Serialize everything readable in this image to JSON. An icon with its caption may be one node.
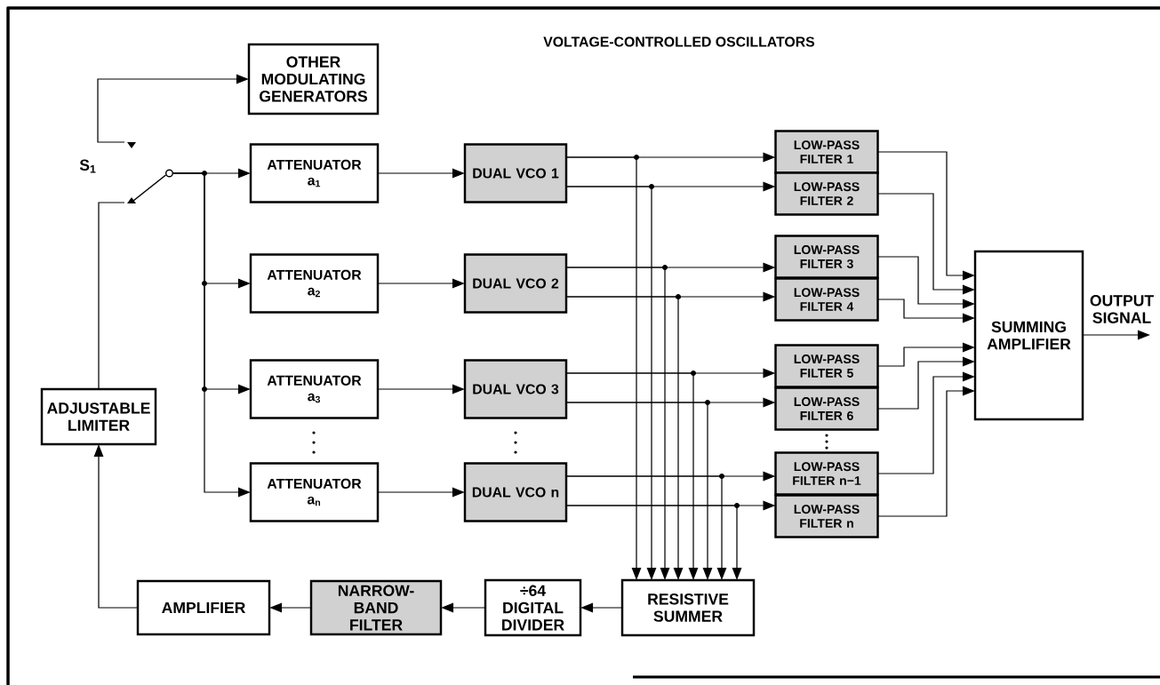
{
  "diagram": {
    "title": "VOLTAGE-CONTROLLED OSCILLATORS",
    "nodes": [
      {
        "text": [
          "OTHER MODULATING GENERATORS"
        ]
      },
      {
        "text": [],
        "shape": "switch",
        "beside": [
          "S$_{1}$"
        ]
      },
      {
        "text": [
          "ATTENUATOR a$_{1}$"
        ]
      },
      {
        "text": [
          "ATTENUATOR a$_{2}$"
        ]
      },
      {
        "text": [
          "ATTENUATOR a$_{3}$"
        ]
      },
      {
        "text": [
          "ATTENUATOR a$_{n}$"
        ]
      },
      {
        "text": [
          "DUAL VCO 1"
        ]
      },
      {
        "text": [
          "DUAL VCO 2"
        ]
      },
      {
        "text": [
          "DUAL VCO 3"
        ]
      },
      {
        "text": [
          "DUAL VCO n"
        ]
      },
      {
        "text": [
          "LOW-PASS FILTER 1"
        ]
      },
      {
        "text": [
          "LOW-PASS FILTER 2"
        ]
      },
      {
        "text": [
          "LOW-PASS FILTER 3"
        ]
      },
      {
        "text": [
          "LOW-PASS FILTER 4"
        ]
      },
      {
        "text": [
          "LOW-PASS FILTER 5"
        ]
      },
      {
        "text": [
          "LOW-PASS FILTER 6"
        ]
      },
      {
        "text": [
          "LOW-PASS FILTER n−1"
        ]
      },
      {
        "text": [
          "LOW-PASS FILTER n"
        ]
      },
      {
        "text": [
          "SUMMING AMPLIFIER"
        ]
      },
      {
        "text": [
          "OUTPUT SIGNAL"
        ]
      },
      {
        "text": [
          "RESISTIVE SUMMER"
        ]
      },
      {
        "text": [
          "÷64 DIGITAL DIVIDER"
        ]
      },
      {
        "text": [
          "NARROW-BAND FILTER"
        ]
      },
      {
        "text": [
          "AMPLIFIER"
        ]
      },
      {
        "text": [
          "ADJUSTABLE LIMITER"
        ]
      }
    ],
    "edges": [
      {
        "from": 1,
        "to": 0,
        "arrow": "to"
      },
      {
        "from": 24,
        "to": 1,
        "arrow": "none"
      },
      {
        "from": 1,
        "to": 2,
        "arrow": "to"
      },
      {
        "from": 1,
        "to": 3,
        "arrow": "to"
      },
      {
        "from": 1,
        "to": 4,
        "arrow": "to"
      },
      {
        "from": 1,
        "to": 5,
        "arrow": "to"
      },
      {
        "from": 2,
        "to": 6,
        "arrow": "to"
      },
      {
        "from": 3,
        "to": 7,
        "arrow": "to"
      },
      {
        "from": 4,
        "to": 8,
        "arrow": "to"
      },
      {
        "from": 5,
        "to": 9,
        "arrow": "to"
      },
      {
        "from": 6,
        "to": 10,
        "arrow": "to"
      },
      {
        "from": 6,
        "to": 11,
        "arrow": "to"
      },
      {
        "from": 7,
        "to": 12,
        "arrow": "to"
      },
      {
        "from": 7,
        "to": 13,
        "arrow": "to"
      },
      {
        "from": 8,
        "to": 14,
        "arrow": "to"
      },
      {
        "from": 8,
        "to": 15,
        "arrow": "to"
      },
      {
        "from": 9,
        "to": 16,
        "arrow": "to"
      },
      {
        "from": 9,
        "to": 17,
        "arrow": "to"
      },
      {
        "from": 6,
        "to": 20,
        "arrow": "to"
      },
      {
        "from": 6,
        "to": 20,
        "arrow": "to"
      },
      {
        "from": 7,
        "to": 20,
        "arrow": "to"
      },
      {
        "from": 7,
        "to": 20,
        "arrow": "to"
      },
      {
        "from": 8,
        "to": 20,
        "arrow": "to"
      },
      {
        "from": 8,
        "to": 20,
        "arrow": "to"
      },
      {
        "from": 9,
        "to": 20,
        "arrow": "to"
      },
      {
        "from": 9,
        "to": 20,
        "arrow": "to"
      },
      {
        "from": 10,
        "to": 18,
        "arrow": "to"
      },
      {
        "from": 11,
        "to": 18,
        "arrow": "to"
      },
      {
        "from": 12,
        "to": 18,
        "arrow": "to"
      },
      {
        "from": 13,
        "to": 18,
        "arrow": "to"
      },
      {
        "from": 14,
        "to": 18,
        "arrow": "to"
      },
      {
        "from": 15,
        "to": 18,
        "arrow": "to"
      },
      {
        "from": 16,
        "to": 18,
        "arrow": "to"
      },
      {
        "from": 17,
        "to": 18,
        "arrow": "to"
      },
      {
        "from": 18,
        "to": 19,
        "arrow": "to"
      },
      {
        "from": 20,
        "to": 21,
        "arrow": "to"
      },
      {
        "from": 21,
        "to": 22,
        "arrow": "to"
      },
      {
        "from": 22,
        "to": 23,
        "arrow": "to"
      },
      {
        "from": 23,
        "to": 24,
        "arrow": "to"
      }
    ]
  }
}
